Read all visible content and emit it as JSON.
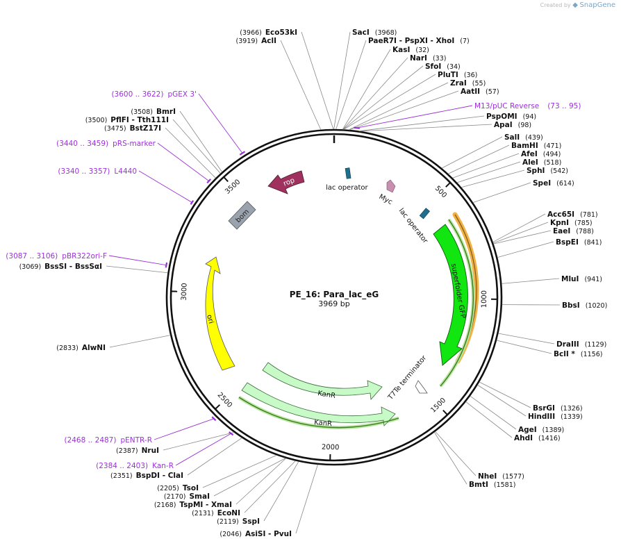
{
  "watermark": {
    "prefix": "Created by",
    "brand": "SnapGene"
  },
  "plasmid": {
    "name": "PE_16: Para_lac_eG",
    "length_label": "3969 bp",
    "length": 3969
  },
  "ticks": [
    {
      "pos": 500,
      "label": "500"
    },
    {
      "pos": 1000,
      "label": "1000"
    },
    {
      "pos": 1500,
      "label": "1500"
    },
    {
      "pos": 2000,
      "label": "2000"
    },
    {
      "pos": 2500,
      "label": "2500"
    },
    {
      "pos": 3000,
      "label": "3000"
    },
    {
      "pos": 3500,
      "label": "3500"
    }
  ],
  "enzymes": [
    {
      "name": "Eco53kI",
      "pos_label": "(3966)",
      "pos": 3966,
      "side": "left"
    },
    {
      "name": "AclI",
      "pos_label": "(3919)",
      "pos": 3919,
      "side": "left"
    },
    {
      "name": "SacI",
      "pos_label": "(3968)",
      "pos": 3968,
      "side": "right"
    },
    {
      "name": "PaeR7I - PspXI - XhoI",
      "pos_label": "(7)",
      "pos": 7,
      "side": "right"
    },
    {
      "name": "KasI",
      "pos_label": "(32)",
      "pos": 32,
      "side": "right"
    },
    {
      "name": "NarI",
      "pos_label": "(33)",
      "pos": 33,
      "side": "right"
    },
    {
      "name": "SfoI",
      "pos_label": "(34)",
      "pos": 34,
      "side": "right"
    },
    {
      "name": "PluTI",
      "pos_label": "(36)",
      "pos": 36,
      "side": "right"
    },
    {
      "name": "ZraI",
      "pos_label": "(55)",
      "pos": 55,
      "side": "right"
    },
    {
      "name": "AatII",
      "pos_label": "(57)",
      "pos": 57,
      "side": "right"
    },
    {
      "name": "PspOMI",
      "pos_label": "(94)",
      "pos": 94,
      "side": "right"
    },
    {
      "name": "ApaI",
      "pos_label": "(98)",
      "pos": 98,
      "side": "right"
    },
    {
      "name": "SalI",
      "pos_label": "(439)",
      "pos": 439,
      "side": "right"
    },
    {
      "name": "BamHI",
      "pos_label": "(471)",
      "pos": 471,
      "side": "right"
    },
    {
      "name": "AfeI",
      "pos_label": "(494)",
      "pos": 494,
      "side": "right"
    },
    {
      "name": "AleI",
      "pos_label": "(518)",
      "pos": 518,
      "side": "right"
    },
    {
      "name": "SphI",
      "pos_label": "(542)",
      "pos": 542,
      "side": "right"
    },
    {
      "name": "SpeI",
      "pos_label": "(614)",
      "pos": 614,
      "side": "right"
    },
    {
      "name": "Acc65I",
      "pos_label": "(781)",
      "pos": 781,
      "side": "right"
    },
    {
      "name": "KpnI",
      "pos_label": "(785)",
      "pos": 785,
      "side": "right"
    },
    {
      "name": "EaeI",
      "pos_label": "(788)",
      "pos": 788,
      "side": "right"
    },
    {
      "name": "BspEI",
      "pos_label": "(841)",
      "pos": 841,
      "side": "right"
    },
    {
      "name": "MluI",
      "pos_label": "(941)",
      "pos": 941,
      "side": "right"
    },
    {
      "name": "BbsI",
      "pos_label": "(1020)",
      "pos": 1020,
      "side": "right"
    },
    {
      "name": "DraIII",
      "pos_label": "(1129)",
      "pos": 1129,
      "side": "right"
    },
    {
      "name": "BclI *",
      "pos_label": "(1156)",
      "pos": 1156,
      "side": "right"
    },
    {
      "name": "BsrGI",
      "pos_label": "(1326)",
      "pos": 1326,
      "side": "right"
    },
    {
      "name": "HindIII",
      "pos_label": "(1339)",
      "pos": 1339,
      "side": "right"
    },
    {
      "name": "AgeI",
      "pos_label": "(1389)",
      "pos": 1389,
      "side": "right"
    },
    {
      "name": "AhdI",
      "pos_label": "(1416)",
      "pos": 1416,
      "side": "right"
    },
    {
      "name": "NheI",
      "pos_label": "(1577)",
      "pos": 1577,
      "side": "right"
    },
    {
      "name": "BmtI",
      "pos_label": "(1581)",
      "pos": 1581,
      "side": "right"
    },
    {
      "name": "AsiSI - PvuI",
      "pos_label": "(2046)",
      "pos": 2046,
      "side": "left"
    },
    {
      "name": "SspI",
      "pos_label": "(2119)",
      "pos": 2119,
      "side": "left"
    },
    {
      "name": "EcoNI",
      "pos_label": "(2131)",
      "pos": 2131,
      "side": "left"
    },
    {
      "name": "TspMI - XmaI",
      "pos_label": "(2168)",
      "pos": 2168,
      "side": "left"
    },
    {
      "name": "SmaI",
      "pos_label": "(2170)",
      "pos": 2170,
      "side": "left"
    },
    {
      "name": "TsoI",
      "pos_label": "(2205)",
      "pos": 2205,
      "side": "left"
    },
    {
      "name": "BspDI - ClaI",
      "pos_label": "(2351)",
      "pos": 2351,
      "side": "left"
    },
    {
      "name": "NruI",
      "pos_label": "(2387)",
      "pos": 2387,
      "side": "left"
    },
    {
      "name": "AlwNI",
      "pos_label": "(2833)",
      "pos": 2833,
      "side": "left"
    },
    {
      "name": "BssSI - BssSαI",
      "pos_label": "(3069)",
      "pos": 3069,
      "side": "left"
    },
    {
      "name": "BstZ17I",
      "pos_label": "(3475)",
      "pos": 3475,
      "side": "left"
    },
    {
      "name": "PflFI - Tth111I",
      "pos_label": "(3500)",
      "pos": 3500,
      "side": "left"
    },
    {
      "name": "BmrI",
      "pos_label": "(3508)",
      "pos": 3508,
      "side": "left"
    }
  ],
  "primers": [
    {
      "name": "M13/pUC Reverse",
      "range": "(73 .. 95)",
      "start": 73,
      "end": 95,
      "side": "right"
    },
    {
      "name": "pGEX 3'",
      "range": "(3600 .. 3622)",
      "start": 3600,
      "end": 3622,
      "side": "left"
    },
    {
      "name": "pRS-marker",
      "range": "(3440 .. 3459)",
      "start": 3440,
      "end": 3459,
      "side": "left"
    },
    {
      "name": "L4440",
      "range": "(3340 .. 3357)",
      "start": 3340,
      "end": 3357,
      "side": "left"
    },
    {
      "name": "pBR322ori-F",
      "range": "(3087 .. 3106)",
      "start": 3087,
      "end": 3106,
      "side": "left"
    },
    {
      "name": "pENTR-R",
      "range": "(2468 .. 2487)",
      "start": 2468,
      "end": 2487,
      "side": "left"
    },
    {
      "name": "Kan-R",
      "range": "(2384 .. 2403)",
      "start": 2384,
      "end": 2403,
      "side": "left"
    }
  ],
  "features": [
    {
      "name": "rop",
      "color": "#a0305e"
    },
    {
      "name": "bom",
      "color": "#9aa3ad"
    },
    {
      "name": "lac operator",
      "color": "#1f6e8c"
    },
    {
      "name": "Myc",
      "color": "#c98fb0"
    },
    {
      "name": "lac operator",
      "color": "#1f6e8c"
    },
    {
      "name": "superfolder GFP",
      "color": "#11e611"
    },
    {
      "name": "T7Te terminator",
      "color": "#ffffff"
    },
    {
      "name": "KanR",
      "color": "#c8fac8"
    },
    {
      "name": "KanR",
      "color": "#c8fac8"
    },
    {
      "name": "ori",
      "color": "#ffff00"
    }
  ],
  "colors": {
    "primer": "#9b30d9",
    "backbone": "#111111",
    "orange_highlight": "#f0a830",
    "green_highlight": "#3a7a1a"
  }
}
